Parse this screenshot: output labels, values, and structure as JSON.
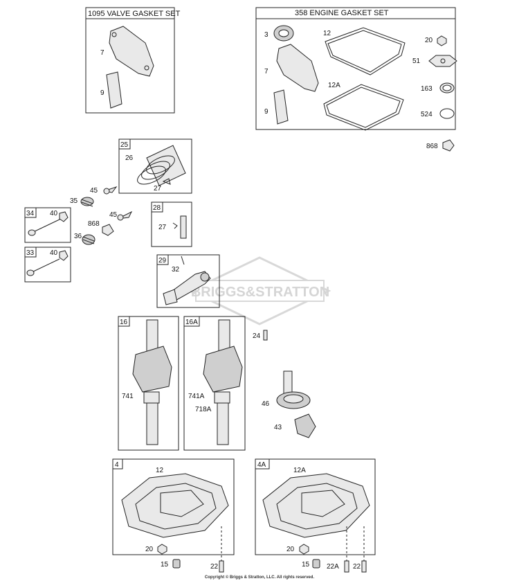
{
  "watermark": "BRIGGS&STRATTON",
  "copyright": "Copyright © Briggs & Stratton, LLC. All rights reserved.",
  "groups": {
    "valve_gasket_set": {
      "title": "1095 VALVE GASKET SET",
      "labels": [
        "7",
        "9"
      ]
    },
    "engine_gasket_set": {
      "title": "358 ENGINE GASKET SET",
      "labels": [
        "3",
        "12",
        "7",
        "12A",
        "9",
        "20",
        "51",
        "163",
        "524"
      ]
    },
    "piston": {
      "tag": "25",
      "labels": [
        "26",
        "27"
      ]
    },
    "pin": {
      "tag": "28",
      "labels": [
        "27"
      ]
    },
    "exhaust_valve": {
      "tag": "34",
      "labels": [
        "40"
      ]
    },
    "intake_valve": {
      "tag": "33",
      "labels": [
        "40"
      ]
    },
    "connecting_rod": {
      "tag": "29",
      "labels": [
        "32"
      ]
    },
    "crankshaft": {
      "tag": "16",
      "labels": [
        "741"
      ]
    },
    "crankshaft_alt": {
      "tag": "16A",
      "labels": [
        "741A",
        "718A"
      ]
    },
    "sump": {
      "tag": "4",
      "labels": [
        "12",
        "20"
      ]
    },
    "sump_alt": {
      "tag": "4A",
      "labels": [
        "12A",
        "20"
      ]
    }
  },
  "loose_labels": {
    "retainer_868_top": "868",
    "retainer_45_upper": "45",
    "spring_35": "35",
    "retainer_868_mid": "868",
    "retainer_45_lower": "45",
    "spring_36": "36",
    "key_24": "24",
    "camshaft_46": "46",
    "governor_43": "43",
    "plug_15_left": "15",
    "screw_22_left": "22",
    "plug_15_right": "15",
    "screw_22a": "22A",
    "screw_22_right": "22"
  }
}
